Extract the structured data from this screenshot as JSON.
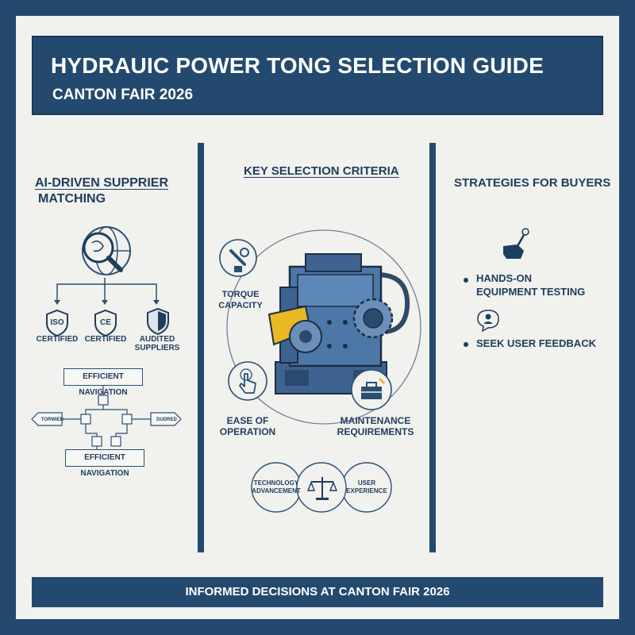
{
  "header": {
    "title": "HYDRAUIC POWER TONG SELECTION GUIDE",
    "subtitle": "CANTON FAIR 2026"
  },
  "left": {
    "title_line1": "AI-DRIVEN SUPPRIER",
    "title_line2": "MATCHING",
    "icons": {
      "search": "magnifier-globe-icon"
    },
    "badges": [
      {
        "code": "ISO",
        "caption": "CERTIFIED"
      },
      {
        "code": "CE",
        "caption": "CERTIFIED"
      },
      {
        "code": "",
        "caption_line1": "AUDITED",
        "caption_line2": "SUPPLIERS"
      }
    ],
    "nav_top": "EFFICIENT NAVIGATION",
    "nav_bottom": "EFFICIENT NAVIGATION",
    "arrow_left": "TORWIED",
    "arrow_right": "DUDRED"
  },
  "center": {
    "title": "KEY SELECTION CRITERIA",
    "torque_line1": "TORQUE",
    "torque_line2": "CAPACITY",
    "ease_line1": "EASE OF",
    "ease_line2": "OPERATION",
    "maint_line1": "MAINTENANCE",
    "maint_line2": "REQUIREMENTS",
    "tech_line1": "TECHNOLOGY",
    "tech_line2": "ADVANCEMENT",
    "user_line1": "USER",
    "user_line2": "EXPERIENCE"
  },
  "right": {
    "title": "STRATEGIES FOR BUYERS",
    "item1_line1": "HANDS-ON",
    "item1_line2": "EQUIPMENT TESTING",
    "item2": "SEEK USER FEEDBACK"
  },
  "footer": {
    "text": "INFORMED DECISIONS AT CANTON FAIR 2026"
  },
  "colors": {
    "navy": "#234a6e",
    "background": "#f1f1ee",
    "accent_yellow": "#e8b923",
    "machine_blue": "#4d77a6"
  }
}
